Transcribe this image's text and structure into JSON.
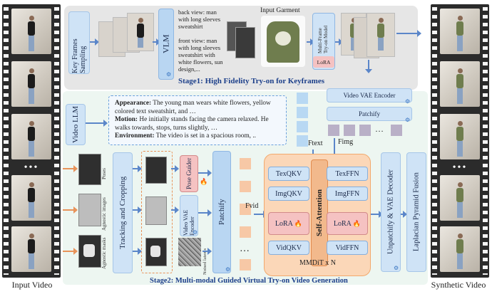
{
  "stage1": {
    "title": "Stage1: High Fidelity Try-on for Keyframes",
    "key_frames_sampling": "Key Frames Sampling",
    "vlm": "VLM",
    "back_view": "back view: man with long sleeves sweatshirt",
    "front_view": "front view: man with long sleeves sweatshirt with white flowers, sun design,...",
    "input_garment": "Input Garment",
    "try_on_model": "Multi-Frame Try-on Model",
    "lora": "LoRA"
  },
  "stage2": {
    "title": "Stage2: Multi-modal Guided Virtual Try-on Video Generation",
    "video_llm": "Video LLM",
    "description": [
      {
        "key": "Appearance:",
        "text": "The young man wears white flowers, yellow colored text sweatshirt, and …"
      },
      {
        "key": "Motion:",
        "text": "He initially stands facing the camera relaxed. He walks towards, stops, turns slightly, …"
      },
      {
        "key": "Environment:",
        "text": "The video is set in a spacious room, .."
      }
    ],
    "video_vae_encoder_top": "Video VAE Encoder",
    "patchify_top": "Patchify",
    "ftext": "Ftext",
    "fimg": "Fimg",
    "fvid": "Fvid",
    "poses": "Poses",
    "agnostic_images": "Agnostic images",
    "agnostic_masks": "Agnostic masks",
    "tracking": "Tracking and Cropping",
    "pose_guider": "Pose Guider",
    "video_vae_encoder": "Video VAE Encoder",
    "patchify": "Patchify",
    "noised_latents": "Noised latents",
    "ellipsis": "…",
    "mmdit": {
      "texqkv": "TexQKV",
      "imgqkv": "ImgQKV",
      "lora_left": "LoRA",
      "vidqkv": "VidQKV",
      "self_attention": "Self-Attention",
      "texffn": "TexFFN",
      "imgffn": "ImgFFN",
      "lora_right": "LoRA",
      "vidffn": "VidFFN",
      "label": "MMDiT  x N"
    },
    "unpatchify": "Unpatchify & VAE Decoder",
    "laplacian": "Laplacian Pyramid Fusion"
  },
  "captions": {
    "input_video": "Input Video",
    "synthetic_video": "Synthetic Video"
  },
  "colors": {
    "panel_blue": "#cfe3f6",
    "stage1_bg": "#e6e6e6",
    "stage2_bg": "#edf6f1",
    "lora_pink": "#f5c2c2",
    "mmdit_orange": "#fbd7b8",
    "arrow_blue": "#5b86c9"
  }
}
